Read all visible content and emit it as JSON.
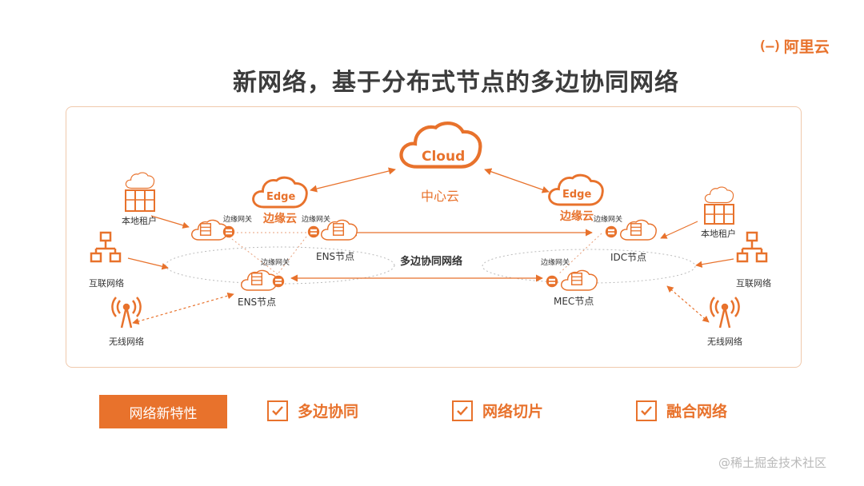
{
  "brand": {
    "logo_glyph": "(–)",
    "logo_text": "阿里云",
    "accent": "#e8722c"
  },
  "title": "新网络，基于分布式节点的多边协同网络",
  "diagram": {
    "cloud_label": "Cloud",
    "center_label": "中心云",
    "edge_label": "Edge",
    "edge_cloud_label": "边缘云",
    "edge_gateway": "边缘网关",
    "ens_node": "ENS节点",
    "idc_node": "IDC节点",
    "mec_node": "MEC节点",
    "collab_label": "多边协同网络",
    "local_tenant": "本地租户",
    "internet": "互联网络",
    "wireless": "无线网络"
  },
  "features": {
    "badge": "网络新特性",
    "items": [
      "多边协同",
      "网络切片",
      "融合网络"
    ]
  },
  "watermark": "@稀土掘金技术社区"
}
